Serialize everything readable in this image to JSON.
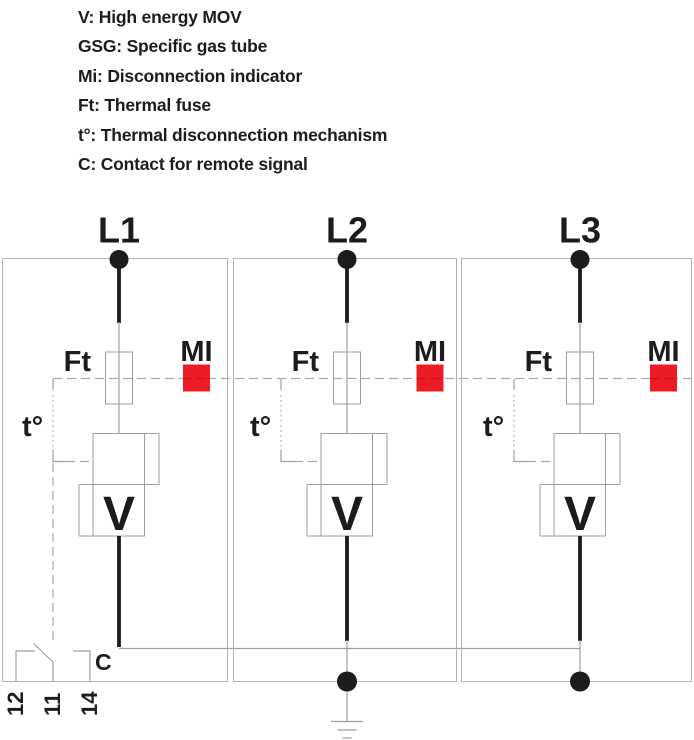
{
  "legend": {
    "items": [
      "V: High energy MOV",
      "GSG: Specific gas tube",
      "Mi: Disconnection indicator",
      "Ft: Thermal fuse",
      "t°: Thermal disconnection mechanism",
      "C: Contact for remote signal"
    ]
  },
  "diagram": {
    "phase_labels": [
      "L1",
      "L2",
      "L3"
    ],
    "symbol_labels": {
      "fuse": "Ft",
      "indicator": "MI",
      "thermal": "t°",
      "varistor": "V",
      "contact": "C"
    },
    "contact_terminals": [
      "12",
      "11",
      "14"
    ],
    "colors": {
      "indicator_red": "#ed1c24",
      "line_black": "#1c1c1c",
      "line_gray": "#9e9e9e",
      "dashed_gray": "#a9a9a9",
      "box_gray": "#b3b3b3"
    }
  }
}
